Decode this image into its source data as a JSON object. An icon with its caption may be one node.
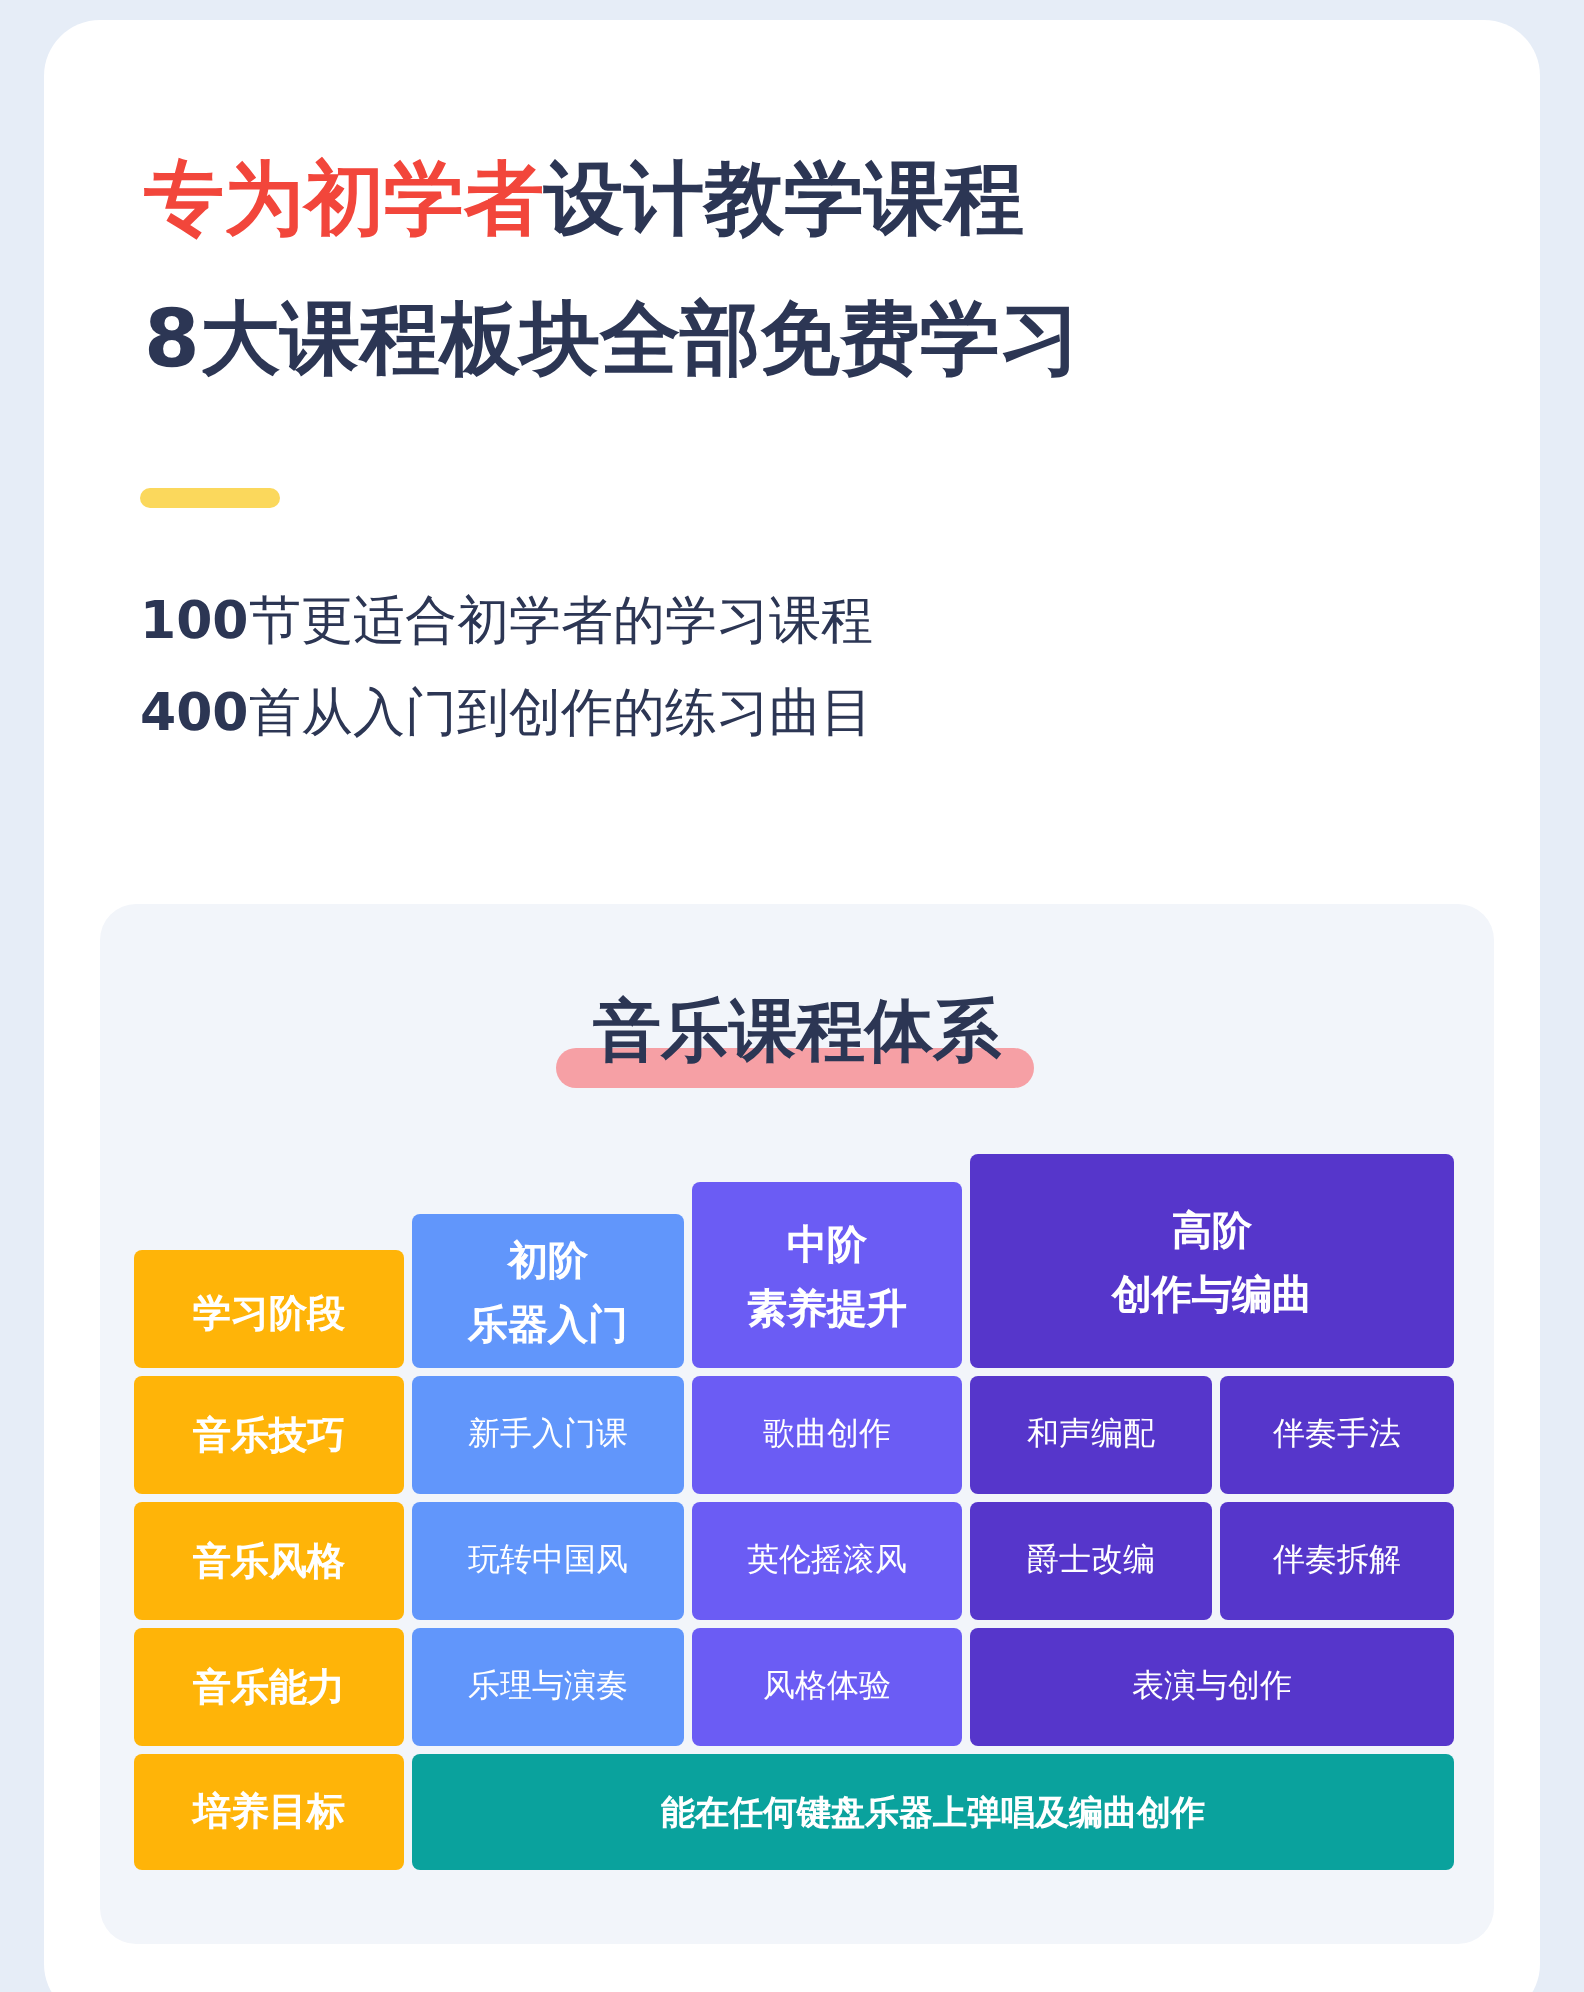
{
  "diagram": {
    "labels": [
      "专为初学者",
      "设计教学课程",
      "8大课程板块全部免费学习",
      "**100**节更适合初学者的学习课程",
      "**400**首从入门到创作的练习曲目"
    ],
    "nodes": [
      {
        "text": [
          "音乐课程体系"
        ]
      },
      {
        "text": [
          "学习阶段"
        ],
        "in": 0
      },
      {
        "text": [
          "初阶",
          "乐器入门"
        ],
        "in": 0
      },
      {
        "text": [
          "中阶",
          "素养提升"
        ],
        "in": 0
      },
      {
        "text": [
          "高阶",
          "创作与编曲"
        ],
        "in": 0
      },
      {
        "text": [
          "音乐技巧"
        ],
        "in": 0
      },
      {
        "text": [
          "新手入门课"
        ],
        "in": 0
      },
      {
        "text": [
          "歌曲创作"
        ],
        "in": 0
      },
      {
        "text": [
          "和声编配"
        ],
        "in": 0
      },
      {
        "text": [
          "伴奏手法"
        ],
        "in": 0
      },
      {
        "text": [
          "音乐风格"
        ],
        "in": 0
      },
      {
        "text": [
          "玩转中国风"
        ],
        "in": 0
      },
      {
        "text": [
          "英伦摇滚风"
        ],
        "in": 0
      },
      {
        "text": [
          "爵士改编"
        ],
        "in": 0
      },
      {
        "text": [
          "伴奏拆解"
        ],
        "in": 0
      },
      {
        "text": [
          "音乐能力"
        ],
        "in": 0
      },
      {
        "text": [
          "乐理与演奏"
        ],
        "in": 0
      },
      {
        "text": [
          "风格体验"
        ],
        "in": 0
      },
      {
        "text": [
          "表演与创作"
        ],
        "in": 0
      },
      {
        "text": [
          "培养目标"
        ],
        "in": 0
      },
      {
        "text": [
          "能在任何键盘乐器上弹唱及编曲创作"
        ],
        "in": 0
      }
    ]
  }
}
